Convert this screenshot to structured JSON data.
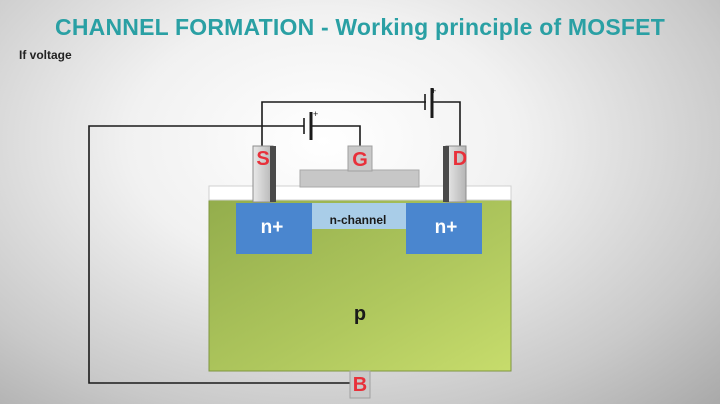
{
  "header": {
    "title": "CHANNEL FORMATION - Working principle of MOSFET",
    "subtitle": "If voltage"
  },
  "terminals": {
    "source": "S",
    "gate": "G",
    "drain": "D",
    "body": "B"
  },
  "regions": {
    "source_doping": "n+",
    "drain_doping": "n+",
    "channel": "n-channel",
    "substrate": "p"
  },
  "batteries": {
    "gate_polarity": "+",
    "drain_polarity": "+"
  },
  "colors": {
    "title": "#2aa0a4",
    "terminal_label": "#e8303a",
    "substrate": "#a6c25a",
    "n_plus": "#4a86cf",
    "channel": "#a9cde8",
    "oxide": "#ffffff",
    "metal": "#c8c8c8"
  }
}
